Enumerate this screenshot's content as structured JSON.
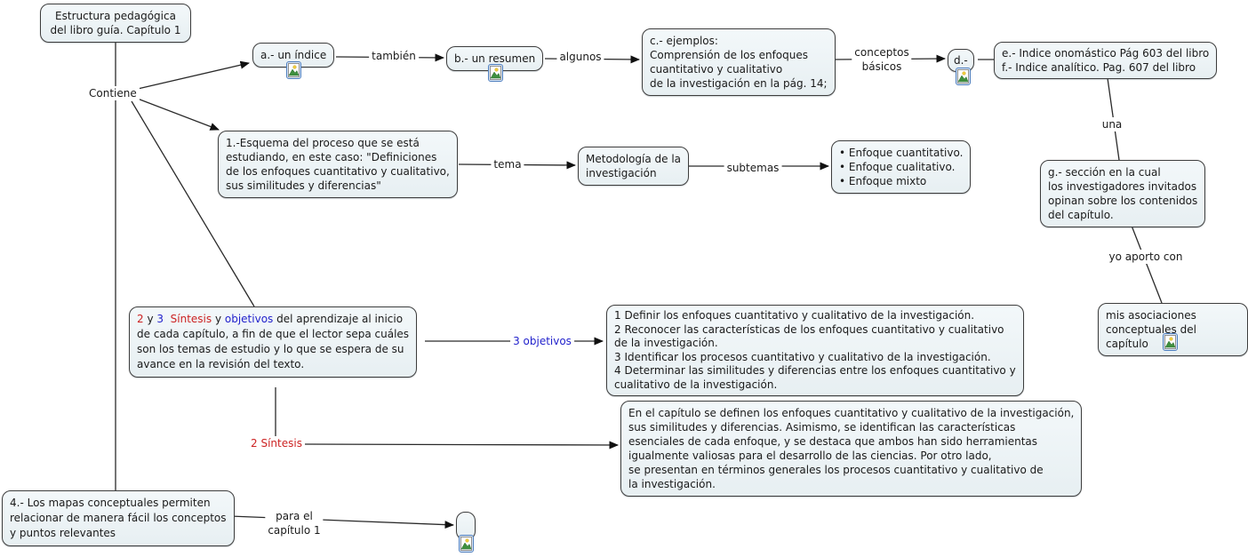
{
  "colors": {
    "node_fill": "#e9f0f2",
    "node_border": "#3d3d3d",
    "line": "#2a2a2a",
    "red": "#cc2222",
    "blue": "#2222cc"
  },
  "nodes": {
    "estructura": {
      "text": "Estructura pedagógica\ndel libro guía. Capítulo 1"
    },
    "indice_a": {
      "text": "a.- un índice",
      "icon": "image-resource-icon"
    },
    "resumen_b": {
      "text": "b.- un resumen",
      "icon": "image-resource-icon"
    },
    "ejemplos_c": {
      "text": "c.- ejemplos:\nComprensión de los enfoques\ncuantitativo y cualitativo\nde la investigación en la pág. 14;"
    },
    "d": {
      "text": "d.-",
      "icon": "image-resource-icon"
    },
    "indices_ef": {
      "text": "e.- Indice onomástico Pág 603 del libro\nf.- Indice analítico. Pag. 607 del libro"
    },
    "seccion_g": {
      "text": "g.- sección en la cual\nlos investigadores invitados\nopinan sobre los contenidos\ndel capítulo."
    },
    "mis_asociaciones": {
      "text": "mis asociaciones\nconceptuales del capítulo",
      "icon": "image-resource-icon"
    },
    "esquema_1": {
      "text": "1.-Esquema del proceso que se está\nestudiando, en este caso: \"Definiciones\nde los enfoques cuantitativo y cualitativo,\nsus similitudes y diferencias\""
    },
    "metodologia": {
      "text": "Metodología de la\ninvestigación"
    },
    "enfoques": {
      "text": "• Enfoque cuantitativo.\n• Enfoque cualitativo.\n• Enfoque mixto"
    },
    "sintesis_objetivos": {
      "segments": [
        {
          "text": "2",
          "color": "#cc2222"
        },
        {
          "text": " y ",
          "color": "#1a1a1a"
        },
        {
          "text": "3",
          "color": "#2222cc"
        },
        {
          "text": "  ",
          "color": "#1a1a1a"
        },
        {
          "text": "Síntesis",
          "color": "#cc2222"
        },
        {
          "text": " y ",
          "color": "#1a1a1a"
        },
        {
          "text": "objetivos",
          "color": "#2222cc"
        },
        {
          "text": " del aprendizaje al inicio\nde cada capítulo, a fin de que el lector sepa cuáles\nson los temas de estudio y lo que se espera de su\navance en la revisión del texto.",
          "color": "#1a1a1a"
        }
      ]
    },
    "objetivos_lista": {
      "text": "1 Definir los enfoques cuantitativo y cualitativo de la investigación.\n2 Reconocer las características de los enfoques cuantitativo y cualitativo\nde la investigación.\n3 Identificar los procesos cuantitativo y cualitativo de la investigación.\n4 Determinar las similitudes y diferencias entre los enfoques cuantitativo y\ncualitativo de la investigación."
    },
    "sintesis_texto": {
      "text": "En el capítulo se definen los enfoques cuantitativo y cualitativo de la investigación,\nsus similitudes y diferencias. Asimismo, se identifican las características\nesenciales de cada enfoque, y se destaca que ambos han sido herramientas\nigualmente valiosas para el desarrollo de las ciencias. Por otro lado,\nse presentan en términos generales los procesos cuantitativo y cualitativo de\nla investigación."
    },
    "mapas_4": {
      "text": "4.- Los mapas conceptuales permiten\nrelacionar de manera fácil los conceptos\ny puntos relevantes"
    },
    "capitulo1_nodo": {
      "text": "",
      "icon": "image-resource-icon"
    }
  },
  "links": {
    "contiene": {
      "text": "Contiene"
    },
    "tambien": {
      "text": "también"
    },
    "algunos": {
      "text": "algunos"
    },
    "conceptos_basicos": {
      "text": "conceptos\nbásicos"
    },
    "una": {
      "text": "una"
    },
    "yo_aporto": {
      "text": "yo aporto con"
    },
    "tema": {
      "text": "tema"
    },
    "subtemas": {
      "text": "subtemas"
    },
    "tres_objetivos": {
      "text": "3 objetivos",
      "color": "#2222cc"
    },
    "dos_sintesis": {
      "text": "2 Síntesis",
      "color": "#cc2222"
    },
    "para_el_capitulo": {
      "text": "para el\ncapítulo 1"
    }
  }
}
